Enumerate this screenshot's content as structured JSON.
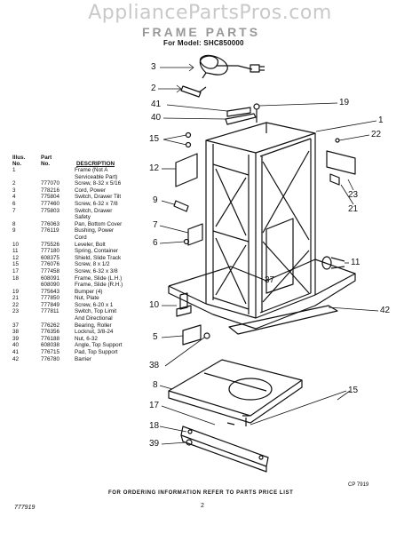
{
  "watermark": "AppliancePartsPros.com",
  "title": "FRAME PARTS",
  "model_line": "For Model: SHC850000",
  "table": {
    "headers": [
      [
        "Illus.",
        "No."
      ],
      [
        "Part",
        "No."
      ],
      [
        "DESCRIPTION"
      ]
    ],
    "rows": [
      [
        "1",
        "",
        "Frame (Not A"
      ],
      [
        "",
        "",
        "Serviceable Part)"
      ],
      [
        "2",
        "777070",
        "Screw, 8-32 x 5/16"
      ],
      [
        "3",
        "778216",
        "Cord, Power"
      ],
      [
        "4",
        "775804",
        "Switch, Drawer Tilt"
      ],
      [
        "6",
        "777460",
        "Screw, 6-32 x 7/8"
      ],
      [
        "7",
        "775803",
        "Switch, Drawer"
      ],
      [
        "",
        "",
        "Safety"
      ],
      [
        "8",
        "776063",
        "Pan, Bottom Cover"
      ],
      [
        "9",
        "776119",
        "Bushing, Power"
      ],
      [
        "",
        "",
        "Cord"
      ],
      [
        "10",
        "775526",
        "Leveler, Bolt"
      ],
      [
        "11",
        "777180",
        "Spring, Container"
      ],
      [
        "12",
        "608375",
        "Shield, Slide Track"
      ],
      [
        "15",
        "776076",
        "Screw, 8 x 1/2"
      ],
      [
        "17",
        "777458",
        "Screw, 6-32 x 3/8"
      ],
      [
        "18",
        "608091",
        "Frame, Slide (L.H.)"
      ],
      [
        "",
        "608090",
        "Frame, Slide (R.H.)"
      ],
      [
        "19",
        "775643",
        "Bumper (4)"
      ],
      [
        "21",
        "777850",
        "Nut, Plate"
      ],
      [
        "22",
        "777849",
        "Screw, 6-20 x 1"
      ],
      [
        "23",
        "777811",
        "Switch, Top Limit"
      ],
      [
        "",
        "",
        "And Directional"
      ],
      [
        "37",
        "776262",
        "Bearing, Roller"
      ],
      [
        "38",
        "776356",
        "Locknut, 3/8-24"
      ],
      [
        "39",
        "776188",
        "Nut, 6-32"
      ],
      [
        "40",
        "608038",
        "Angle, Top Support"
      ],
      [
        "41",
        "776715",
        "Pad, Top Support"
      ],
      [
        "42",
        "776780",
        "Barrier"
      ]
    ]
  },
  "callouts": {
    "c3": "3",
    "c2": "2",
    "c41": "41",
    "c40": "40",
    "c15a": "15",
    "c19": "19",
    "c1": "1",
    "c22": "22",
    "c12": "12",
    "c23": "23",
    "c21": "21",
    "c9": "9",
    "c7": "7",
    "c6": "6",
    "c11": "11",
    "c37": "37",
    "c10": "10",
    "c42": "42",
    "c5": "5",
    "c38": "38",
    "c8": "8",
    "c17": "17",
    "c15b": "15",
    "c18": "18",
    "c39": "39"
  },
  "footer_note": "FOR ORDERING INFORMATION REFER TO PARTS PRICE LIST",
  "page_number": "2",
  "doc_code": "777919",
  "cp_code": "CP 7919"
}
